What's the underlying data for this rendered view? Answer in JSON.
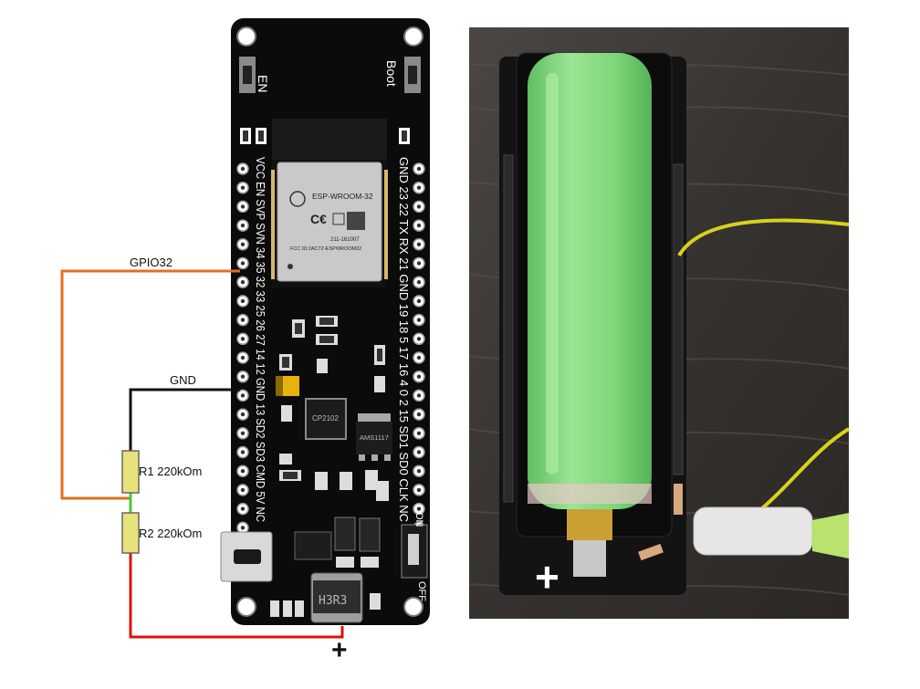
{
  "board": {
    "button_en": "EN",
    "button_boot": "Boot",
    "module_name": "ESP-WROOM-32",
    "module_fcc": "FCC ID:2AC7Z-ESPWROOM32",
    "module_cert": "211-161007",
    "usb_chip": "CP2102",
    "regulator": "AMS1117",
    "inductor": "H3R3",
    "switch_on": "ON",
    "switch_off": "OFF",
    "left_header_label": "VCC EN SVP SVN 34 35 32 33 25 26 27 14 12 GND 13 SD2 SD3 CMD 5V NC",
    "right_header_label": "GND 23 22 TX RX 21 GND 19 18 5 17 16 4 0 2 15 SD1 SD0 CLK NC"
  },
  "circuit": {
    "gpio_label": "GPIO32",
    "gnd_label": "GND",
    "r1_label": "R1 220kOm",
    "r2_label": "R2 220kOm",
    "plus_label": "+",
    "colors": {
      "gpio_wire": "#e07020",
      "gnd_wire": "#111111",
      "bat_wire": "#e01010",
      "divider_wire": "#44cc33",
      "resistor": "#e8e27a"
    }
  },
  "photo": {
    "battery_color": "#7bd67a",
    "yellow_wire": "#d8d21a"
  }
}
